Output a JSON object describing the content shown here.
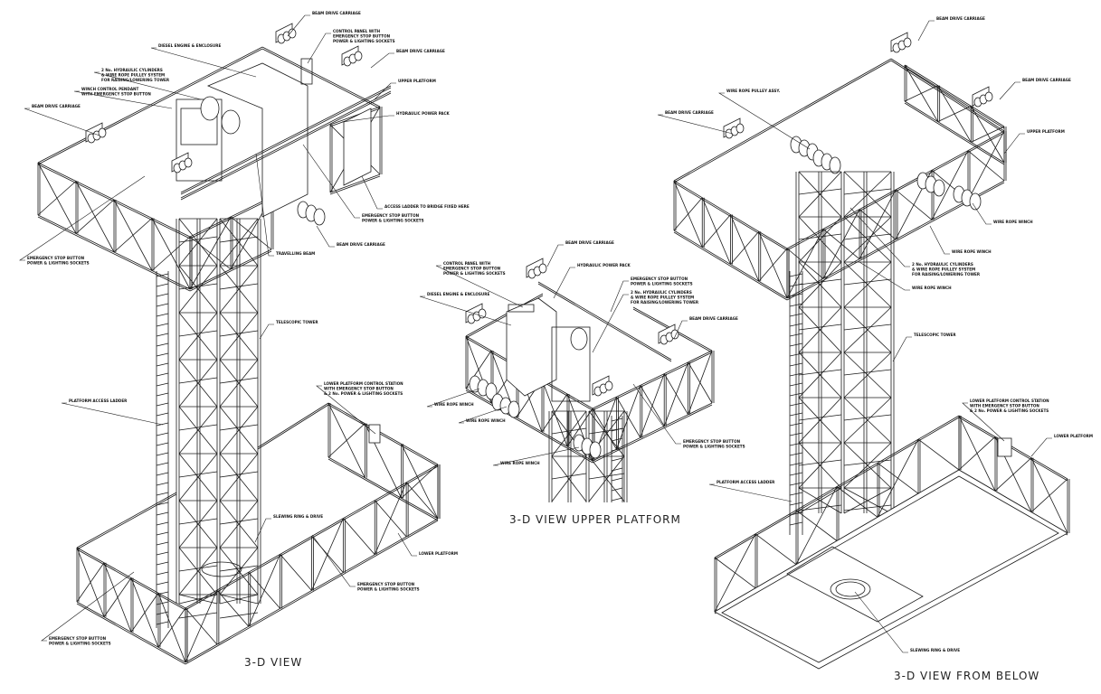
{
  "colors": {
    "line": "#1a1a1a",
    "background": "#ffffff"
  },
  "views": [
    {
      "title": "3-D VIEW",
      "labels": [
        [
          "BEAM DRIVE CARRIAGE"
        ],
        [
          "CONTROL PANEL WITH",
          "EMERGENCY STOP BUTTON",
          "POWER & LIGHTING SOCKETS"
        ],
        [
          "BEAM DRIVE CARRIAGE"
        ],
        [
          "DIESEL ENGINE & ENCLOSURE"
        ],
        [
          "2 No. HYDRAULIC CYLINDERS",
          "& WIRE ROPE PULLEY SYSTEM",
          "FOR RAISING/LOWERING TOWER"
        ],
        [
          "WINCH CONTROL PENDANT",
          "WITH EMERGENCY STOP BUTTON"
        ],
        [
          "BEAM DRIVE CARRIAGE"
        ],
        [
          "UPPER PLATFORM"
        ],
        [
          "HYDRAULIC POWER PACK"
        ],
        [
          "ACCESS LADDER TO BRIDGE FIXED HERE"
        ],
        [
          "EMERGENCY STOP BUTTON",
          "POWER & LIGHTING SOCKETS"
        ],
        [
          "BEAM DRIVE CARRIAGE"
        ],
        [
          "TRAVELLING BEAM"
        ],
        [
          "EMERGENCY STOP BUTTON",
          "POWER & LIGHTING SOCKETS"
        ],
        [
          "TELESCOPIC TOWER"
        ],
        [
          "PLATFORM ACCESS LADDER"
        ],
        [
          "LOWER PLATFORM CONTROL STATION",
          "WITH EMERGENCY STOP BUTTON",
          "& 2 No. POWER & LIGHTING SOCKETS"
        ],
        [
          "SLEWING RING & DRIVE"
        ],
        [
          "LOWER PLATFORM"
        ],
        [
          "EMERGENCY STOP BUTTON",
          "POWER & LIGHTING SOCKETS"
        ],
        [
          "EMERGENCY STOP BUTTON",
          "POWER & LIGHTING SOCKETS"
        ]
      ]
    },
    {
      "title": "3-D VIEW UPPER PLATFORM",
      "labels": [
        [
          "BEAM DRIVE CARRIAGE"
        ],
        [
          "CONTROL PANEL WITH",
          "EMERGENCY STOP BUTTON",
          "POWER & LIGHTING SOCKETS"
        ],
        [
          "HYDRAULIC POWER PACK"
        ],
        [
          "DIESEL ENGINE & ENCLOSURE"
        ],
        [
          "EMERGENCY STOP BUTTON",
          "POWER & LIGHTING SOCKETS"
        ],
        [
          "2 No. HYDRAULIC CYLINDERS",
          "& WIRE ROPE PULLEY SYSTEM",
          "FOR RAISING/LOWERING TOWER"
        ],
        [
          "BEAM DRIVE CARRIAGE"
        ],
        [
          "WIRE ROPE WINCH"
        ],
        [
          "WIRE ROPE WINCH"
        ],
        [
          "EMERGENCY STOP BUTTON",
          "POWER & LIGHTING SOCKETS"
        ],
        [
          "WIRE ROPE WINCH"
        ]
      ]
    },
    {
      "title": "3-D VIEW FROM BELOW",
      "labels": [
        [
          "BEAM DRIVE CARRIAGE"
        ],
        [
          "BEAM DRIVE CARRIAGE"
        ],
        [
          "WIRE ROPE PULLEY ASSY."
        ],
        [
          "BEAM DRIVE CARRIAGE"
        ],
        [
          "UPPER PLATFORM"
        ],
        [
          "WIRE ROPE WINCH"
        ],
        [
          "WIRE ROPE WINCH"
        ],
        [
          "2 No. HYDRAULIC CYLINDERS",
          "& WIRE ROPE PULLEY SYSTEM",
          "FOR RAISING/LOWERING TOWER"
        ],
        [
          "WIRE ROPE WINCH"
        ],
        [
          "TELESCOPIC TOWER"
        ],
        [
          "LOWER PLATFORM CONTROL STATION",
          "WITH EMERGENCY STOP BUTTON",
          "& 2 No. POWER & LIGHTING SOCKETS"
        ],
        [
          "LOWER PLATFORM"
        ],
        [
          "PLATFORM ACCESS LADDER"
        ],
        [
          "SLEWING RING & DRIVE"
        ]
      ]
    }
  ]
}
